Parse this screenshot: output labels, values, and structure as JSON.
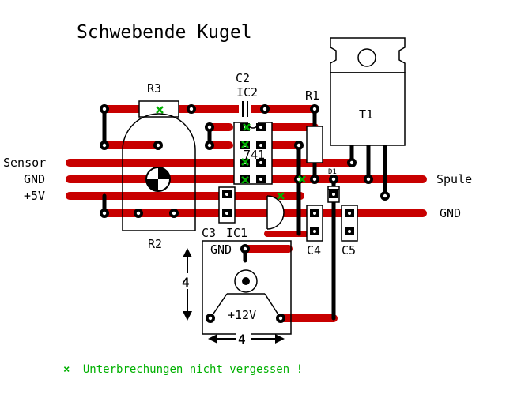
{
  "title": "Schwebende Kugel",
  "left_labels": {
    "sensor": "Sensor",
    "gnd": "GND",
    "plus5v": "+5V"
  },
  "right_labels": {
    "spule": "Spule",
    "gnd": "GND"
  },
  "components": {
    "r3": "R3",
    "c2": "C2",
    "ic2": "IC2",
    "r1": "R1",
    "t1": "T1",
    "ic2_part": "741",
    "d1": "D1",
    "r2": "R2",
    "c3": "C3",
    "ic1": "IC1",
    "c4": "C4",
    "c5": "C5"
  },
  "power_block": {
    "gnd": "GND",
    "plus12v": "+12V",
    "height": "4",
    "width": "4"
  },
  "footer": {
    "marker": "×",
    "text": "Unterbrechungen nicht vergessen !"
  },
  "colors": {
    "trace": "#c80000",
    "marker": "#00b000",
    "ink": "#000000",
    "background": "#ffffff"
  }
}
